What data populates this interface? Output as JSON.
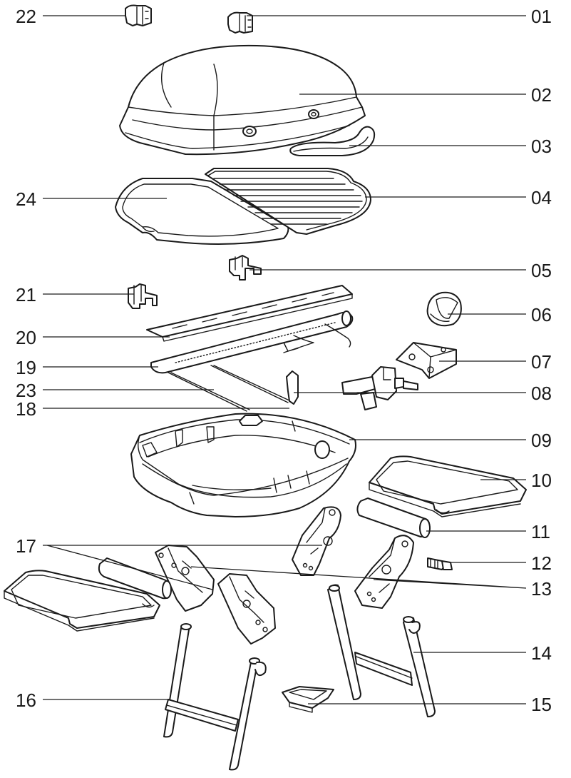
{
  "diagram": {
    "type": "exploded-parts-diagram",
    "part_numbers": [
      "01",
      "02",
      "03",
      "04",
      "05",
      "06",
      "07",
      "08",
      "09",
      "10",
      "11",
      "12",
      "13",
      "14",
      "15",
      "16",
      "17",
      "18",
      "19",
      "20",
      "21",
      "22",
      "23",
      "24"
    ],
    "colors": {
      "line": "#1a1a1a",
      "background": "#ffffff",
      "fill": "#ffffff"
    }
  }
}
